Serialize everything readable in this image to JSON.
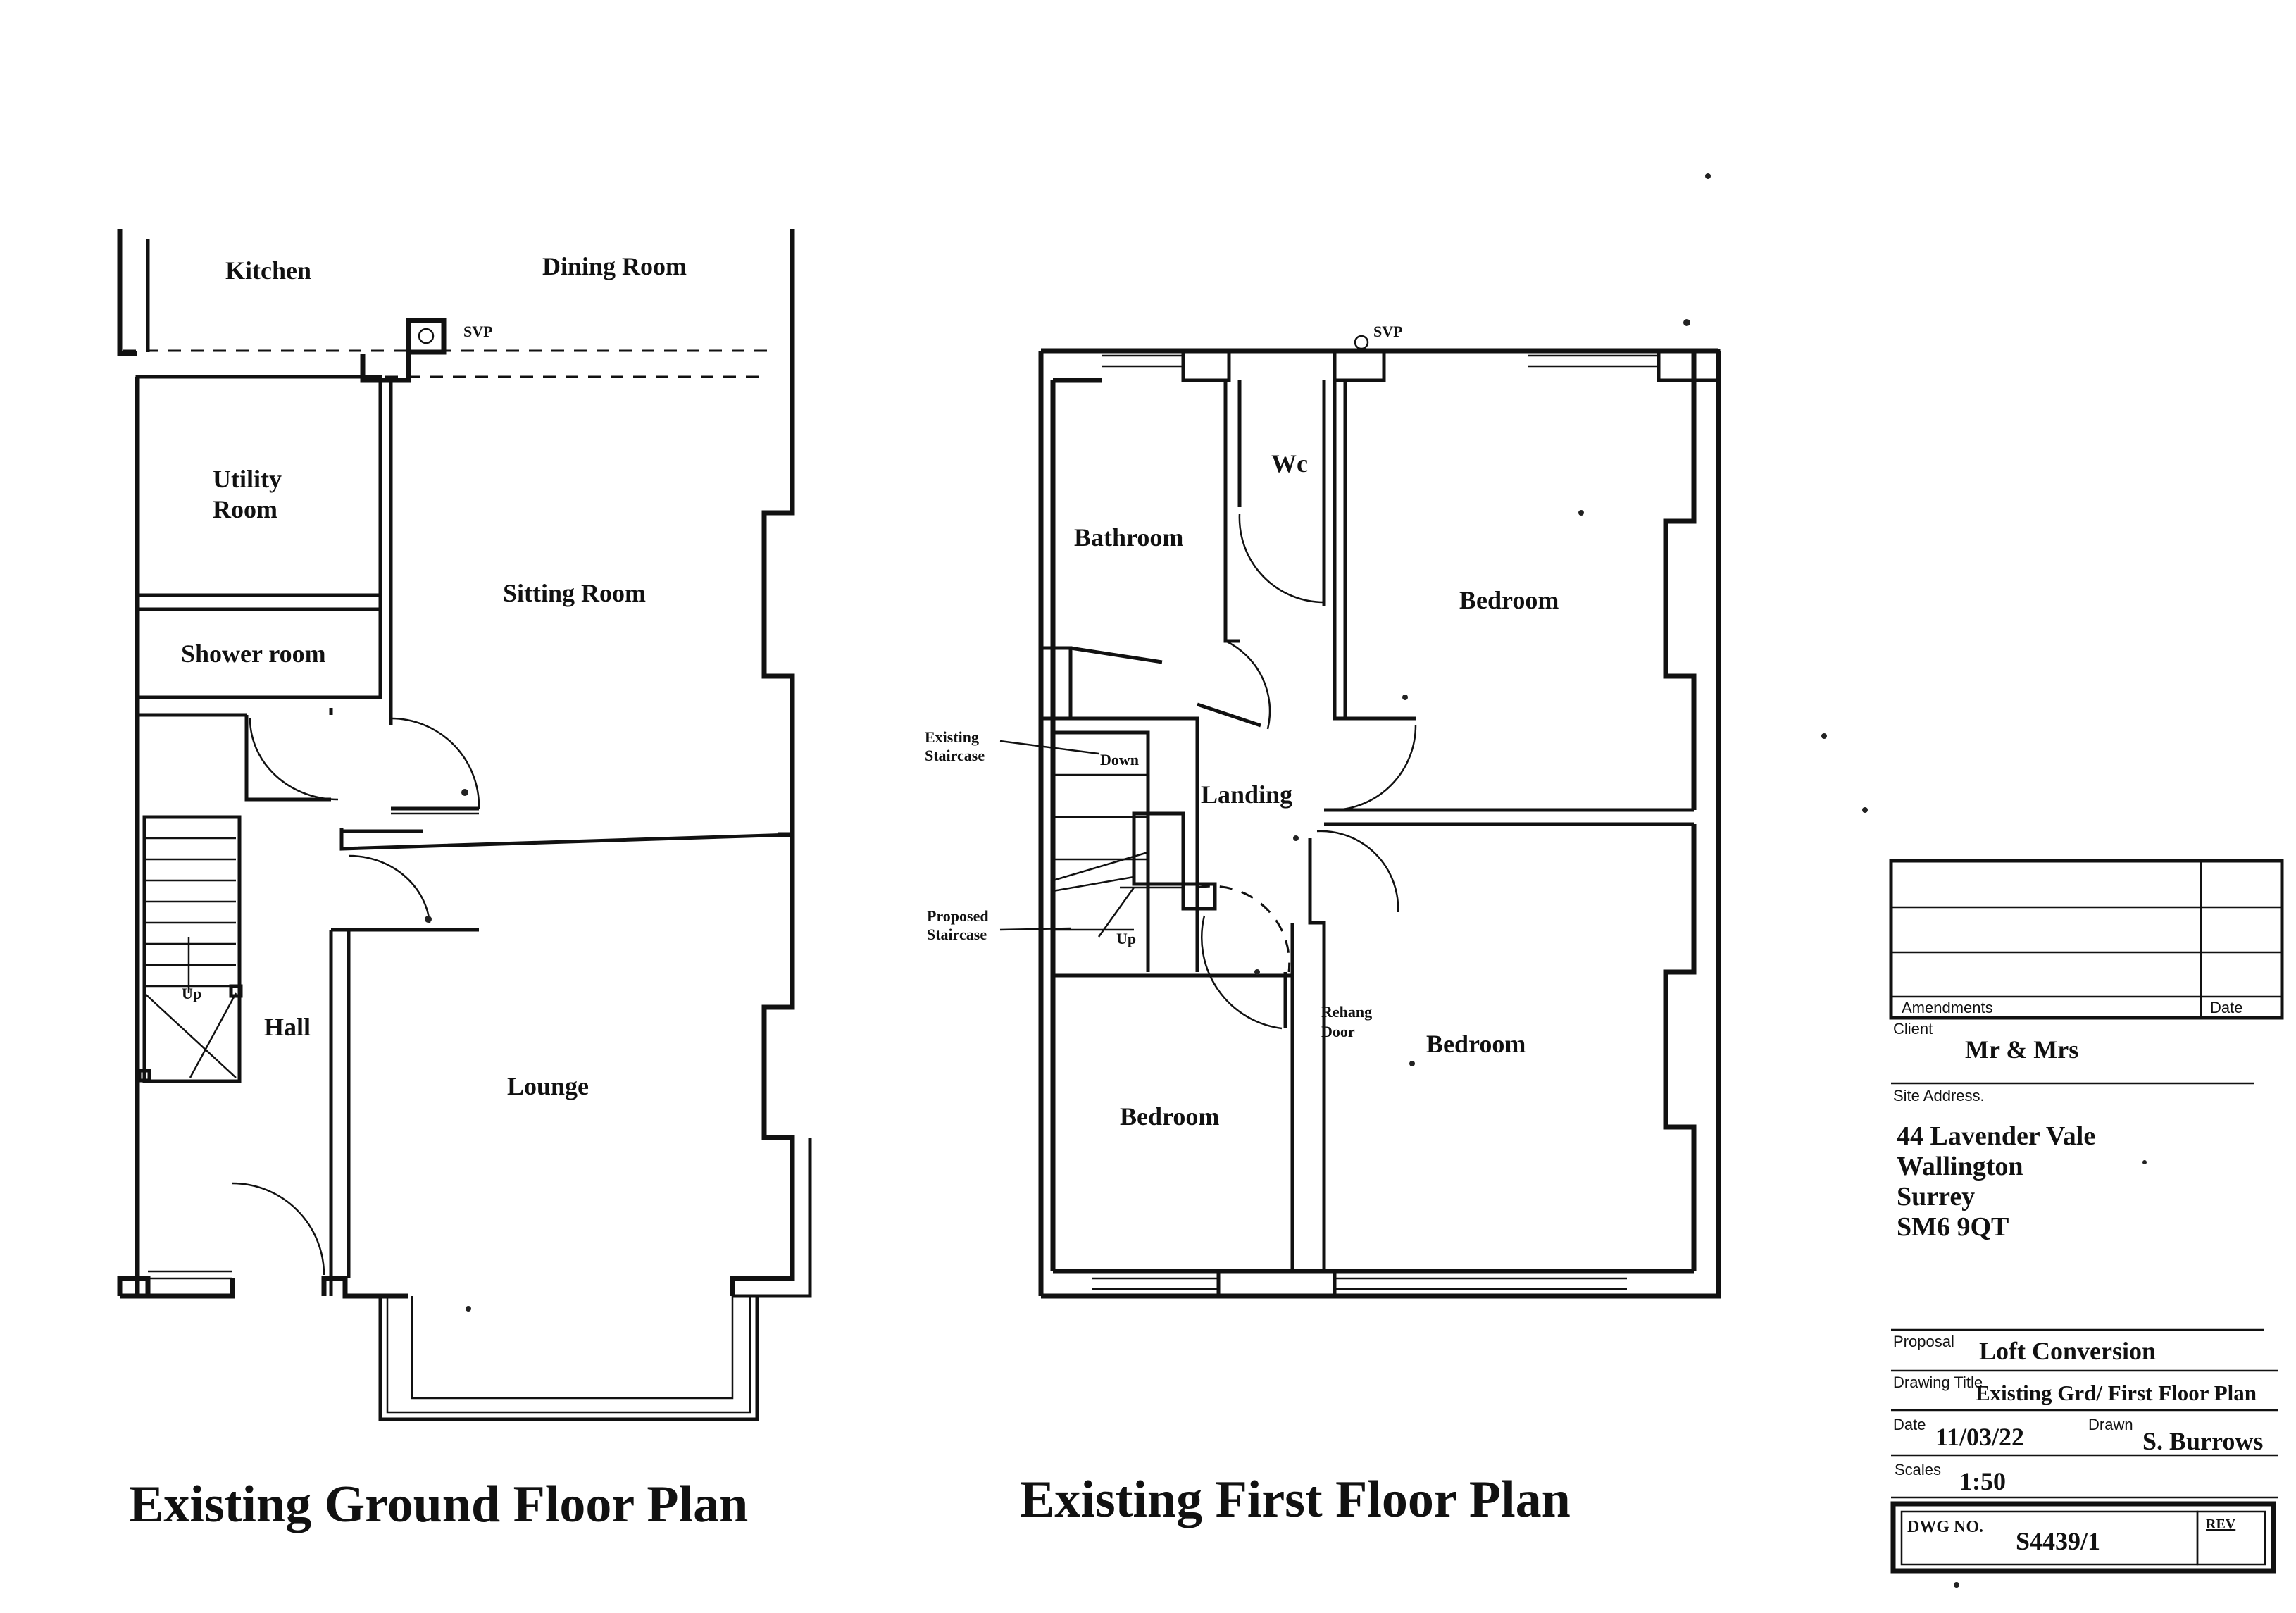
{
  "ground_floor": {
    "title": "Existing Ground Floor Plan",
    "rooms": {
      "kitchen": "Kitchen",
      "dining": "Dining Room",
      "utility_1": "Utility",
      "utility_2": "Room",
      "sitting": "Sitting Room",
      "shower": "Shower room",
      "hall": "Hall",
      "lounge": "Lounge",
      "up": "Up"
    },
    "svp": "SVP"
  },
  "first_floor": {
    "title": "Existing First Floor Plan",
    "rooms": {
      "wc": "Wc",
      "bathroom": "Bathroom",
      "bedroom_rear": "Bedroom",
      "landing": "Landing",
      "bedroom_front_right": "Bedroom",
      "bedroom_front_left": "Bedroom",
      "down": "Down",
      "up": "Up"
    },
    "svp": "SVP",
    "notes": {
      "existing_staircase_1": "Existing",
      "existing_staircase_2": "Staircase",
      "proposed_staircase_1": "Proposed",
      "proposed_staircase_2": "Staircase",
      "rehang_1": "Rehang",
      "rehang_2": "Door"
    }
  },
  "title_block": {
    "amendments_label": "Amendments",
    "date_col_label": "Date",
    "client_label": "Client",
    "client": "Mr & Mrs",
    "site_label": "Site Address.",
    "address": [
      "44 Lavender Vale",
      "Wallington",
      "Surrey",
      "SM6 9QT"
    ],
    "proposal_label": "Proposal",
    "proposal": "Loft Conversion",
    "drawing_title_label": "Drawing Title",
    "drawing_title": "Existing Grd/ First Floor Plan",
    "date_label": "Date",
    "date": "11/03/22",
    "drawn_label": "Drawn",
    "drawn": "S. Burrows",
    "scales_label": "Scales",
    "scale": "1:50",
    "dwg_label": "DWG NO.",
    "dwg_no": "S4439/1",
    "rev_label": "REV"
  }
}
